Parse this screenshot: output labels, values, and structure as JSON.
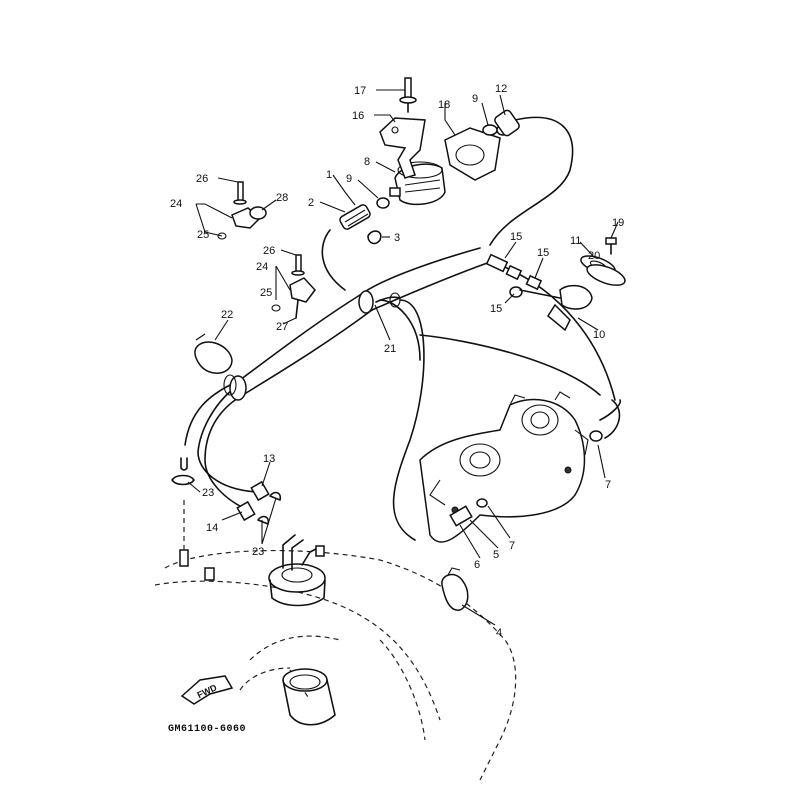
{
  "diagram_code": "GM61100-6060",
  "fwd_label": "FWD",
  "callouts": [
    {
      "id": "c17",
      "label": "17"
    },
    {
      "id": "c16",
      "label": "16"
    },
    {
      "id": "c18",
      "label": "18"
    },
    {
      "id": "c9a",
      "label": "9"
    },
    {
      "id": "c12",
      "label": "12"
    },
    {
      "id": "c8",
      "label": "8"
    },
    {
      "id": "c9b",
      "label": "9"
    },
    {
      "id": "c1",
      "label": "1"
    },
    {
      "id": "c2",
      "label": "2"
    },
    {
      "id": "c3",
      "label": "3"
    },
    {
      "id": "c26a",
      "label": "26"
    },
    {
      "id": "c24a",
      "label": "24"
    },
    {
      "id": "c28",
      "label": "28"
    },
    {
      "id": "c25a",
      "label": "25"
    },
    {
      "id": "c26b",
      "label": "26"
    },
    {
      "id": "c24b",
      "label": "24"
    },
    {
      "id": "c25b",
      "label": "25"
    },
    {
      "id": "c27",
      "label": "27"
    },
    {
      "id": "c22",
      "label": "22"
    },
    {
      "id": "c21",
      "label": "21"
    },
    {
      "id": "c15a",
      "label": "15"
    },
    {
      "id": "c15b",
      "label": "15"
    },
    {
      "id": "c15c",
      "label": "15"
    },
    {
      "id": "c19",
      "label": "19"
    },
    {
      "id": "c11",
      "label": "11"
    },
    {
      "id": "c20",
      "label": "20"
    },
    {
      "id": "c10",
      "label": "10"
    },
    {
      "id": "c7a",
      "label": "7"
    },
    {
      "id": "c7b",
      "label": "7"
    },
    {
      "id": "c5",
      "label": "5"
    },
    {
      "id": "c6",
      "label": "6"
    },
    {
      "id": "c4",
      "label": "4"
    },
    {
      "id": "c13",
      "label": "13"
    },
    {
      "id": "c14",
      "label": "14"
    },
    {
      "id": "c23a",
      "label": "23"
    },
    {
      "id": "c23b",
      "label": "23"
    }
  ]
}
